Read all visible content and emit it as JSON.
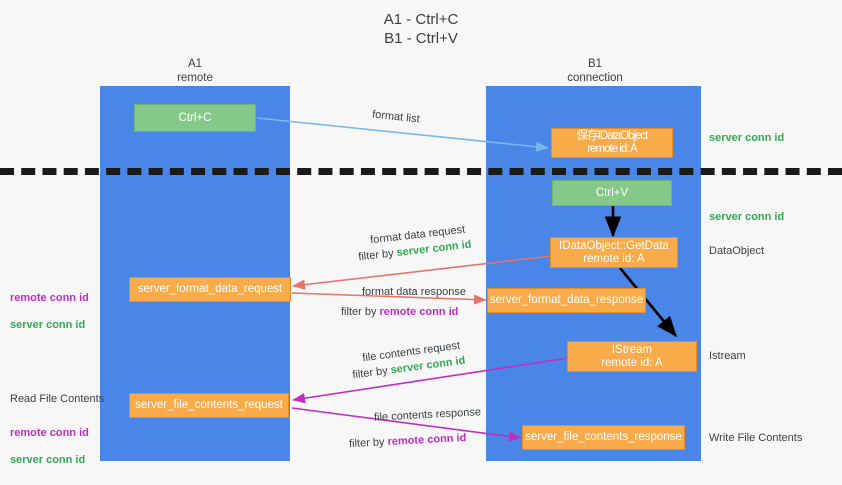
{
  "title": "A1 - Ctrl+C\nB1 - Ctrl+V",
  "columns": {
    "left": {
      "name": "A1",
      "sub": "remote",
      "label": "A1\nremote"
    },
    "right": {
      "name": "B1",
      "sub": "connection",
      "label": "B1\nconnection"
    }
  },
  "boxes": {
    "ctrl_c": "Ctrl+C",
    "ctrl_v": "Ctrl+V",
    "idataobject": "保存IDataObject\nremote id: A",
    "getdata": "IDataObject::GetData\nremote id: A",
    "istream": "IStream\nremote id: A",
    "server_format_data_request": "server_format_data_request",
    "server_format_data_response": "server_format_data_response",
    "server_file_contents_request": "server_file_contents_request",
    "server_file_contents_response": "server_file_contents_response"
  },
  "edge_labels": {
    "format_list": "format list",
    "format_data_request": "format data request",
    "format_data_request_filter_prefix": "filter by ",
    "format_data_request_filter_value": "server conn id",
    "format_data_response": "format data response",
    "format_data_response_filter_prefix": "filter by ",
    "format_data_response_filter_value": "remote conn id",
    "file_contents_request": "file contents request",
    "file_contents_request_filter_prefix": "filter by ",
    "file_contents_request_filter_value": "server conn id",
    "file_contents_response": "file contents response",
    "file_contents_response_filter_prefix": "filter by ",
    "file_contents_response_filter_value": "remote conn id"
  },
  "right_annotations": {
    "server_conn_id_top": "server conn id",
    "server_conn_id_mid": "server conn id",
    "dataobject": "DataObject",
    "istream": "Istream",
    "write_file_contents": "Write File Contents"
  },
  "left_annotations": {
    "conn_ids_upper": "remote conn id\nserver conn id",
    "read_file_contents": "Read File Contents",
    "conn_ids_lower": "remote conn id\nserver conn id"
  },
  "colors": {
    "lane": "#4a86e8",
    "orange": "#f9ab4a",
    "green": "#84c98a",
    "arrow_blue": "#7ab8e8",
    "arrow_red": "#e8746a",
    "arrow_magenta": "#c02ec0",
    "arrow_black": "#000000",
    "text_green": "#34a853",
    "text_magenta": "#c02ec0",
    "background": "#f7f7f7"
  }
}
